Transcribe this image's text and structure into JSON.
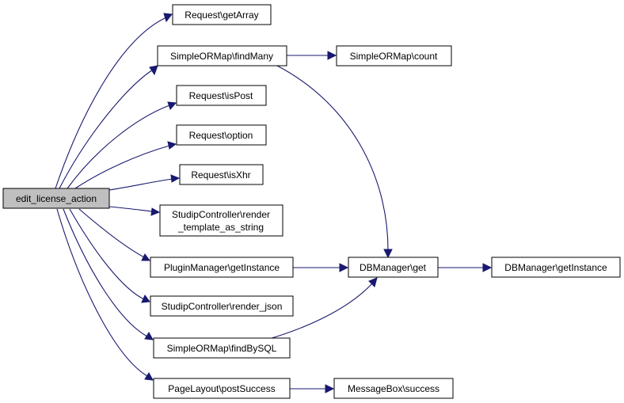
{
  "diagram": {
    "background": "#ffffff",
    "edge_color": "#191970",
    "root_fill": "#bfbfbf",
    "nodes": {
      "root": "edit_license_action",
      "request_getarray": "Request\\getArray",
      "simpleormap_findmany": "SimpleORMap\\findMany",
      "simpleormap_count": "SimpleORMap\\count",
      "request_ispost": "Request\\isPost",
      "request_option": "Request\\option",
      "request_isxhr": "Request\\isXhr",
      "studip_render_template_line1": "StudipController\\render",
      "studip_render_template_line2": "_template_as_string",
      "pluginmanager_getinstance": "PluginManager\\getInstance",
      "dbmanager_get": "DBManager\\get",
      "dbmanager_getinstance": "DBManager\\getInstance",
      "studip_render_json": "StudipController\\render_json",
      "simpleormap_findbysql": "SimpleORMap\\findBySQL",
      "pagelayout_postsuccess": "PageLayout\\postSuccess",
      "messagebox_success": "MessageBox\\success"
    }
  }
}
